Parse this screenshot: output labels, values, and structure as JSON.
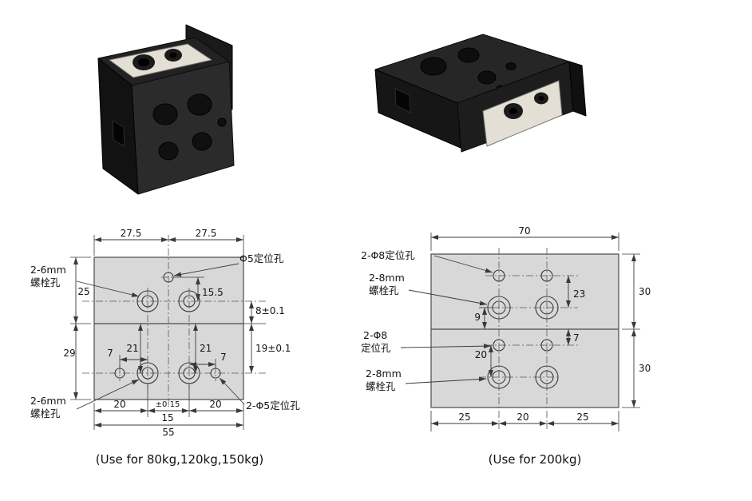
{
  "drawing_left": {
    "caption": "(Use for 80kg,120kg,150kg)",
    "labels": {
      "bolt_top_1": "2-6mm",
      "bolt_top_2": "螺栓孔",
      "pos_top": "Φ5定位孔",
      "bolt_bottom_1": "2-6mm",
      "bolt_bottom_2": "螺栓孔",
      "pos_bottom": "2-Φ5定位孔"
    },
    "dims": {
      "w_left": "27.5",
      "w_right": "27.5",
      "h_top": "25",
      "h_bottom": "29",
      "v15_5": "15.5",
      "v8": "8±0.1",
      "v19": "19±0.1",
      "v21_left": "21",
      "v21_right": "21",
      "h7_left": "7",
      "h7_right": "7",
      "b20_left": "20",
      "b_tol": "±0.15",
      "b15": "15",
      "b20_right": "20",
      "b55": "55"
    }
  },
  "drawing_right": {
    "caption": "(Use for 200kg)",
    "labels": {
      "pos_top": "2-Φ8定位孔",
      "bolt_top_1": "2-8mm",
      "bolt_top_2": "螺栓孔",
      "pos_mid_1": "2-Φ8",
      "pos_mid_2": "定位孔",
      "bolt_bottom_1": "2-8mm",
      "bolt_bottom_2": "螺栓孔"
    },
    "dims": {
      "w70": "70",
      "r30_top": "30",
      "r30_bottom": "30",
      "v23": "23",
      "v9": "9",
      "v7": "7",
      "v20": "20",
      "b25_left": "25",
      "b20": "20",
      "b25_right": "25"
    }
  }
}
